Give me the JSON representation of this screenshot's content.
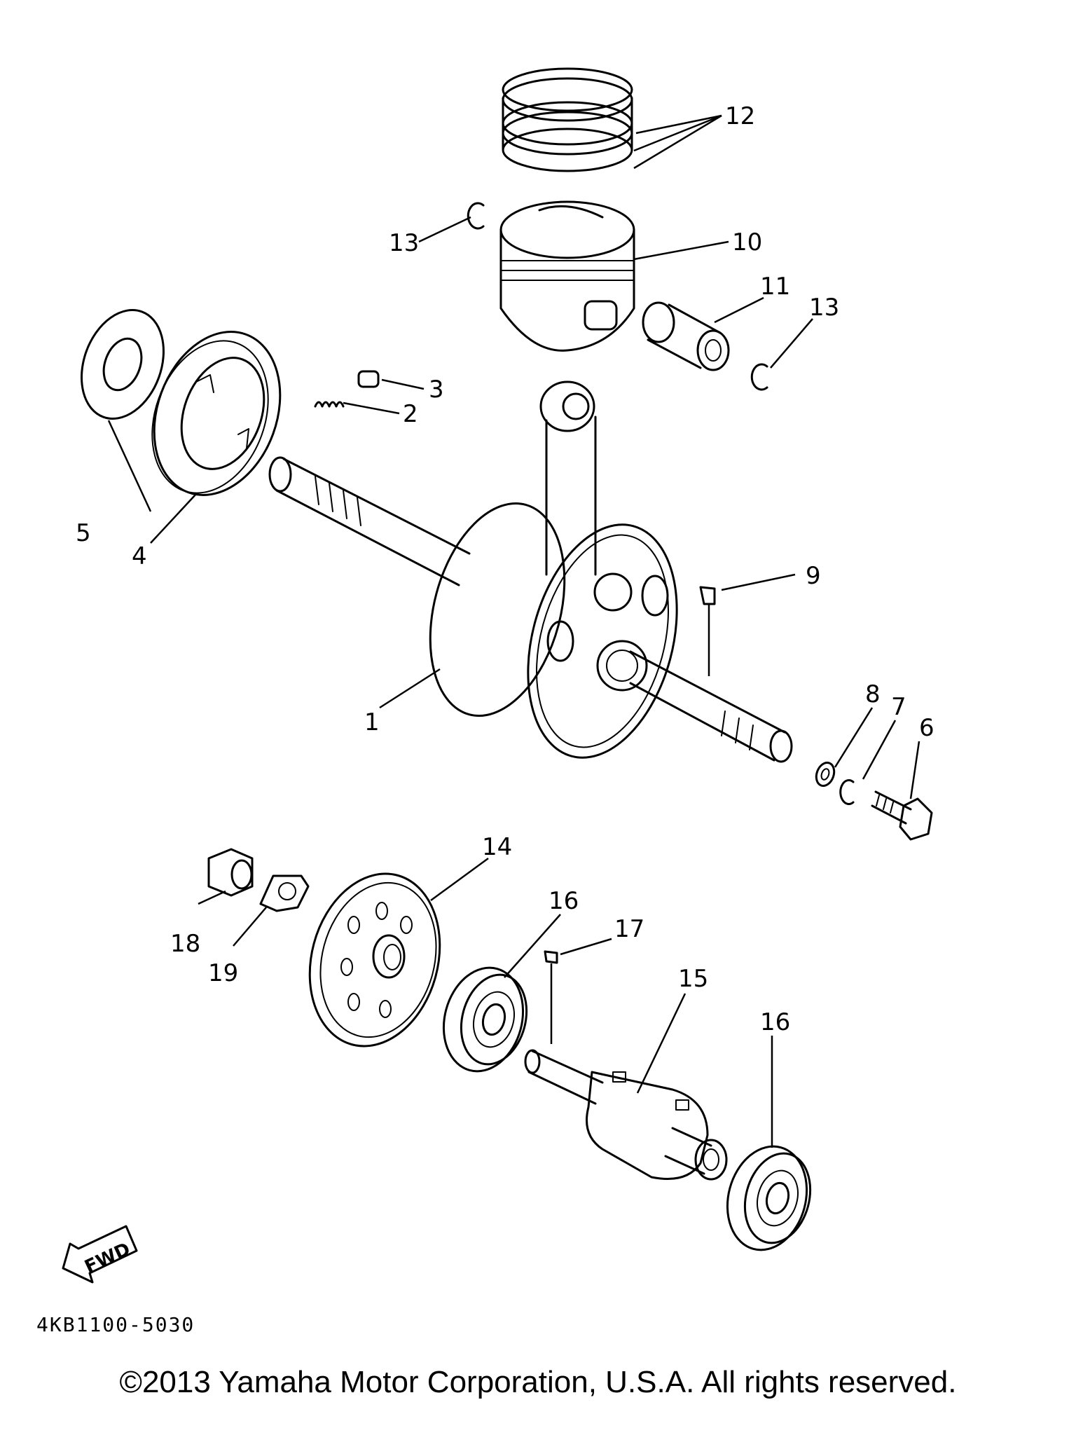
{
  "callouts": [
    {
      "id": "1",
      "label": "1"
    },
    {
      "id": "2",
      "label": "2"
    },
    {
      "id": "3",
      "label": "3"
    },
    {
      "id": "4",
      "label": "4"
    },
    {
      "id": "5",
      "label": "5"
    },
    {
      "id": "6",
      "label": "6"
    },
    {
      "id": "7",
      "label": "7"
    },
    {
      "id": "8",
      "label": "8"
    },
    {
      "id": "9",
      "label": "9"
    },
    {
      "id": "10",
      "label": "10"
    },
    {
      "id": "11",
      "label": "11"
    },
    {
      "id": "12",
      "label": "12"
    },
    {
      "id": "13a",
      "label": "13"
    },
    {
      "id": "13b",
      "label": "13"
    },
    {
      "id": "14",
      "label": "14"
    },
    {
      "id": "15",
      "label": "15"
    },
    {
      "id": "16a",
      "label": "16"
    },
    {
      "id": "16b",
      "label": "16"
    },
    {
      "id": "17",
      "label": "17"
    },
    {
      "id": "18",
      "label": "18"
    },
    {
      "id": "19",
      "label": "19"
    }
  ],
  "fwd_label": "FWD",
  "diagram_code": "4KB1100-5030",
  "copyright": "©2013 Yamaha Motor Corporation, U.S.A. All rights reserved."
}
